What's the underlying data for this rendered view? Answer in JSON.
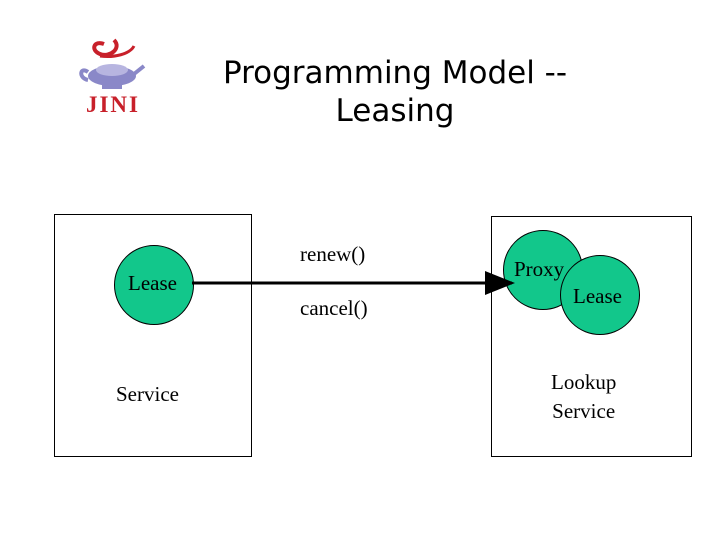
{
  "title": {
    "line1": "Programming Model --",
    "line2": "Leasing"
  },
  "logo": {
    "text": "JINI",
    "icon": "jini-genie-lamp-icon",
    "color": "#c8202a"
  },
  "left_box": {
    "lease_label": "Lease",
    "service_label": "Service"
  },
  "methods": {
    "renew": "renew()",
    "cancel": "cancel()"
  },
  "right_box": {
    "proxy_label": "Proxy",
    "lease_label": "Lease",
    "lookup_line1": "Lookup",
    "lookup_line2": "Service"
  },
  "colors": {
    "node_fill": "#12c78b",
    "stroke": "#000000"
  }
}
